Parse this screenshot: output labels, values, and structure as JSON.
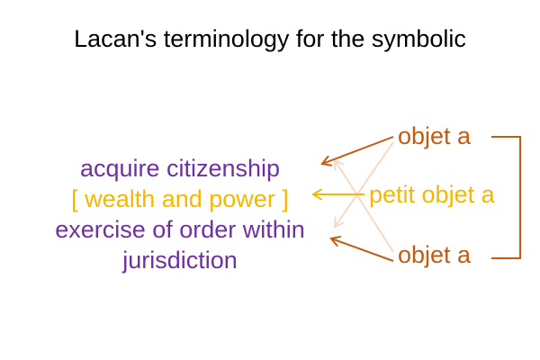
{
  "title": "Lacan's terminology for the symbolic",
  "left": {
    "line1": "acquire citizenship",
    "line2": "[ wealth and power ]",
    "line3": "exercise of order within",
    "line4": "jurisdiction"
  },
  "right": {
    "top": "objet a",
    "middle": "petit objet a",
    "bottom": "objet a"
  },
  "colors": {
    "purple": "#7030a0",
    "gold": "#f5b800",
    "orange": "#c55a11",
    "faint": "#f6d9c8"
  }
}
